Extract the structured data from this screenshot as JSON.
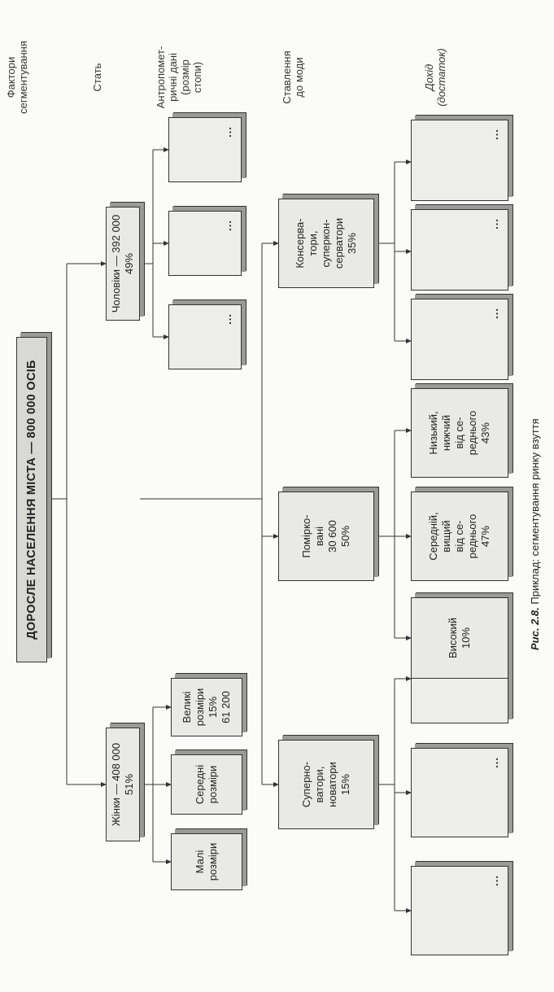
{
  "headers": {
    "factors": "Фактори\nсегментування",
    "sex": "Стать",
    "anthropometric": "Антропомет-\nричні дані\n(розмір\nстопи)",
    "fashion": "Ставлення\nдо моди",
    "income": "Дохід\n(достаток)"
  },
  "root": "ДОРОСЛЕ НАСЕЛЕННЯ МІСТА — 800 000 ОСІБ",
  "sex": {
    "women": "Жінки — 408 000\n51%",
    "men": "Чоловіки — 392 000\n49%"
  },
  "sizes": {
    "small": "Малі\nрозміри",
    "medium": "Середні\nрозміри",
    "large": "Великі\nрозміри\n15%\n61 200"
  },
  "fashion": {
    "super": "Суперно-\nватори,\nноватори\n15%",
    "moderate": "Помірко-\nвані\n30 600\n50%",
    "conservative": "Консерва-\nтори,\nсуперкон-\nсерватори\n35%"
  },
  "income": {
    "high": "Високий\n10%",
    "middle": "Середній,\nвищий\nвід се-\nреднього\n47%",
    "low": "Низький,\nнижчий\nвід се-\nреднього\n43%"
  },
  "placeholder": "...",
  "caption": {
    "label": "Рис. 2.8.",
    "text": "Приклад: сегментування ринку взуття"
  }
}
